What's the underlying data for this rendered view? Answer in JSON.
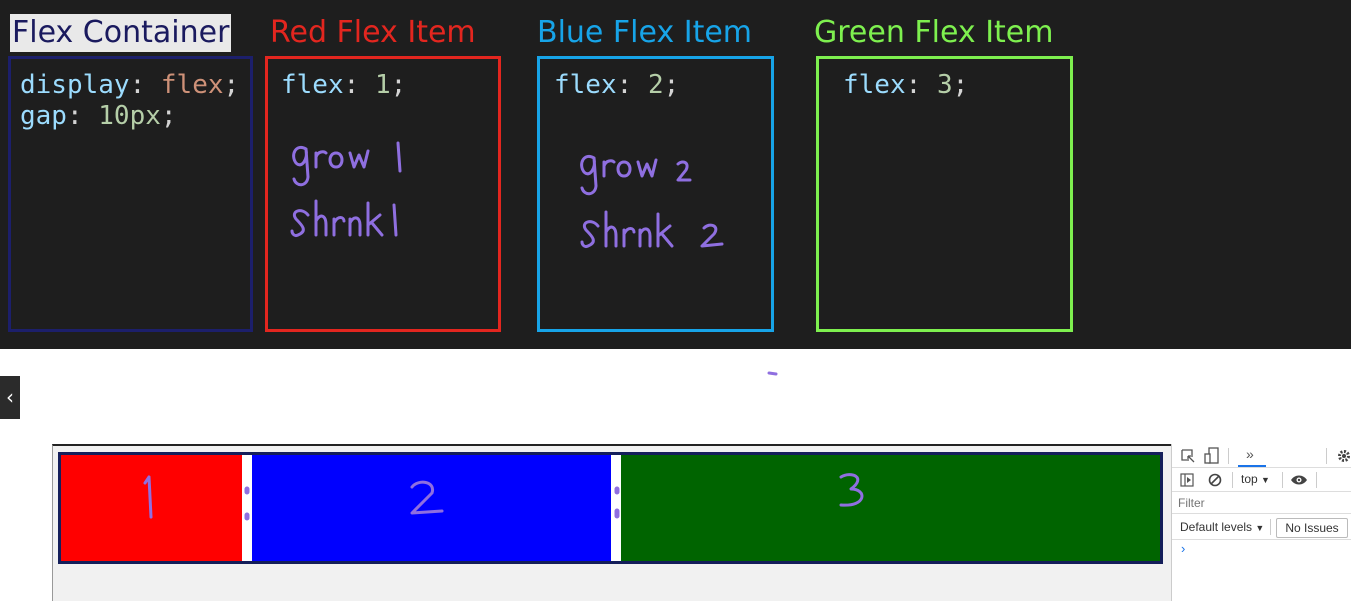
{
  "slide": {
    "container_title": "Flex Container",
    "red_title": "Red Flex Item",
    "blue_title": "Blue Flex Item",
    "green_title": "Green Flex Item",
    "container_code": {
      "line1_prop": "display",
      "line1_colon": ": ",
      "line1_val": "flex",
      "line1_end": ";",
      "line2_prop": "gap",
      "line2_colon": ": ",
      "line2_val": "10px",
      "line2_end": ";"
    },
    "red_code": {
      "prop": "flex",
      "colon": ": ",
      "val": "1",
      "end": ";"
    },
    "blue_code": {
      "prop": "flex",
      "colon": ": ",
      "val": "2",
      "end": ";"
    },
    "green_code": {
      "prop": "flex",
      "colon": ": ",
      "val": "3",
      "end": ";"
    },
    "colors": {
      "red": "#e3261f",
      "blue": "#17a4e8",
      "green": "#7ef04f",
      "container": "#1c1f6b"
    },
    "handwritten_notes": {
      "red": [
        "grow 1",
        "shrink 1"
      ],
      "blue": [
        "grow 2",
        "shrink 2"
      ]
    }
  },
  "collapse_button": {
    "glyph": "‹",
    "icon": "chevron-left-icon"
  },
  "preview": {
    "items": [
      {
        "color": "#ff0000",
        "note": "1"
      },
      {
        "color": "#0000ff",
        "note": "2"
      },
      {
        "color": "#006400",
        "note": "3"
      }
    ]
  },
  "devtools": {
    "more_tabs": "»",
    "context": "top",
    "context_arrow": "▼",
    "filter_placeholder": "Filter",
    "levels": "Default levels",
    "levels_arrow": "▼",
    "issues": "No Issues",
    "prompt": "›",
    "icons": [
      "inspect-icon",
      "device-toggle-icon",
      "gear-icon",
      "sidebar-icon",
      "clear-icon",
      "eye-icon"
    ]
  }
}
